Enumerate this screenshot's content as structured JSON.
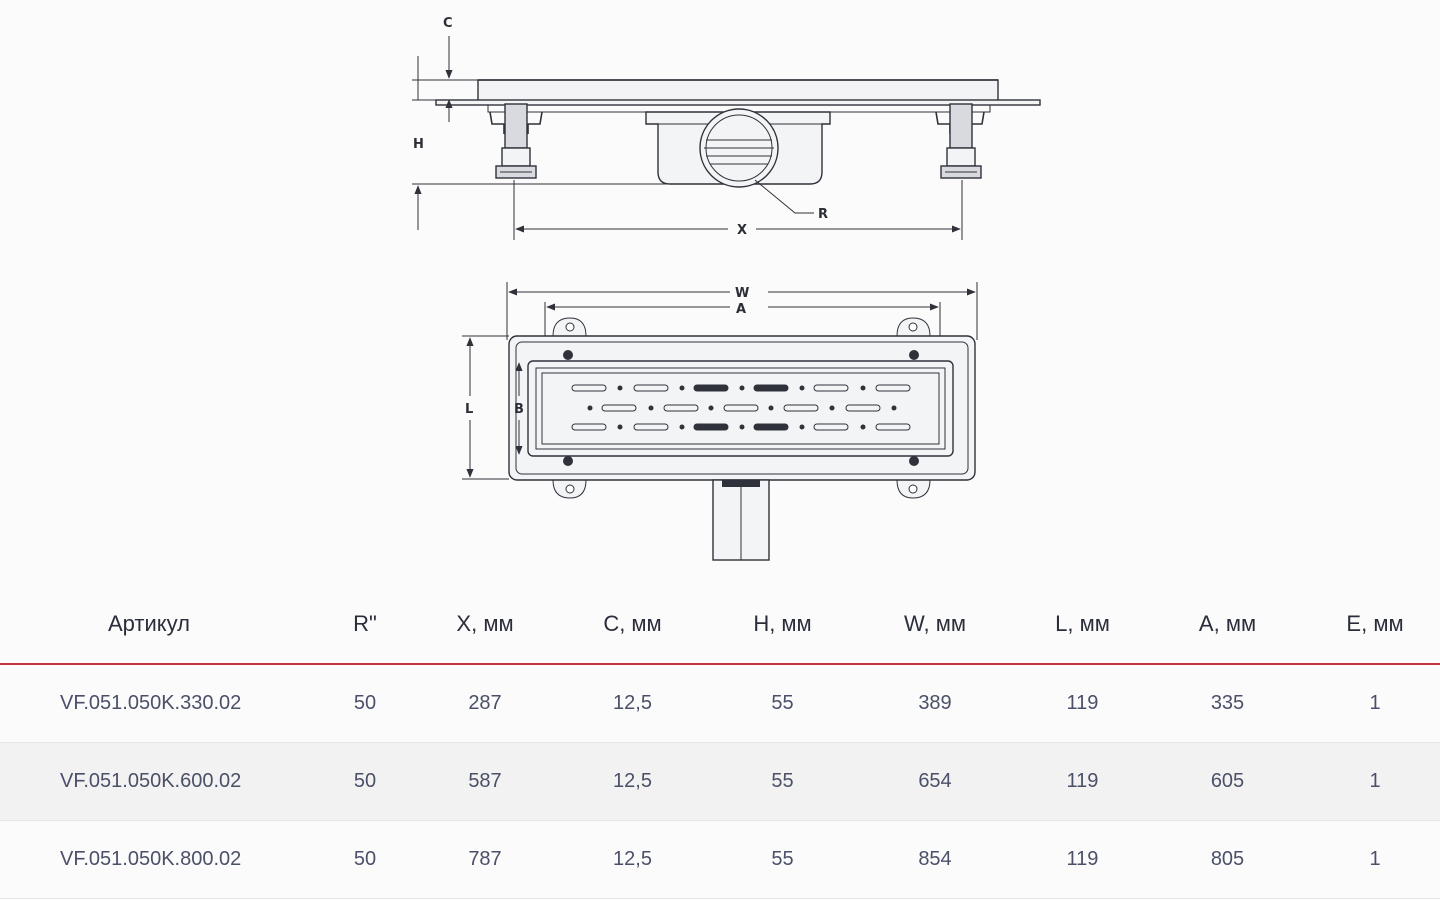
{
  "drawing": {
    "labels": {
      "c": "C",
      "h": "H",
      "x": "X",
      "r": "R",
      "w": "W",
      "a": "A",
      "l": "L",
      "b": "B"
    }
  },
  "table": {
    "headers": [
      "Артикул",
      "R\"",
      "X, мм",
      "C, мм",
      "H, мм",
      "W, мм",
      "L, мм",
      "A, мм",
      "E, мм"
    ],
    "rows": [
      [
        "VF.051.050K.330.02",
        "50",
        "287",
        "12,5",
        "55",
        "389",
        "119",
        "335",
        "1"
      ],
      [
        "VF.051.050K.600.02",
        "50",
        "587",
        "12,5",
        "55",
        "654",
        "119",
        "605",
        "1"
      ],
      [
        "VF.051.050K.800.02",
        "50",
        "787",
        "12,5",
        "55",
        "854",
        "119",
        "805",
        "1"
      ]
    ]
  },
  "colors": {
    "header_rule": "#c3343b",
    "line": "#2f323a",
    "cell_text": "#4a5068"
  }
}
